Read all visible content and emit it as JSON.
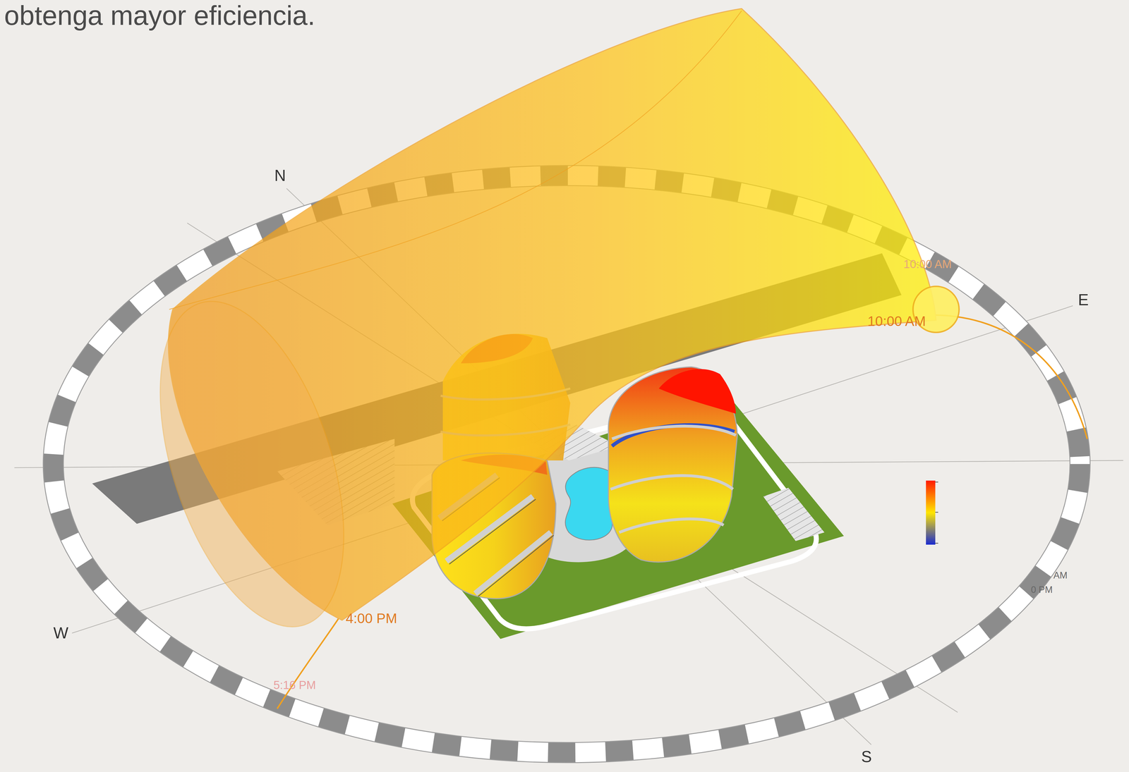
{
  "diagram": {
    "labels": [
      "obtenga mayor eficiencia.",
      "N",
      "E",
      "W",
      "S",
      "10:00 AM",
      "10:00 AM",
      "4:00 PM",
      "5:16 PM",
      "AM",
      "0 PM"
    ]
  }
}
